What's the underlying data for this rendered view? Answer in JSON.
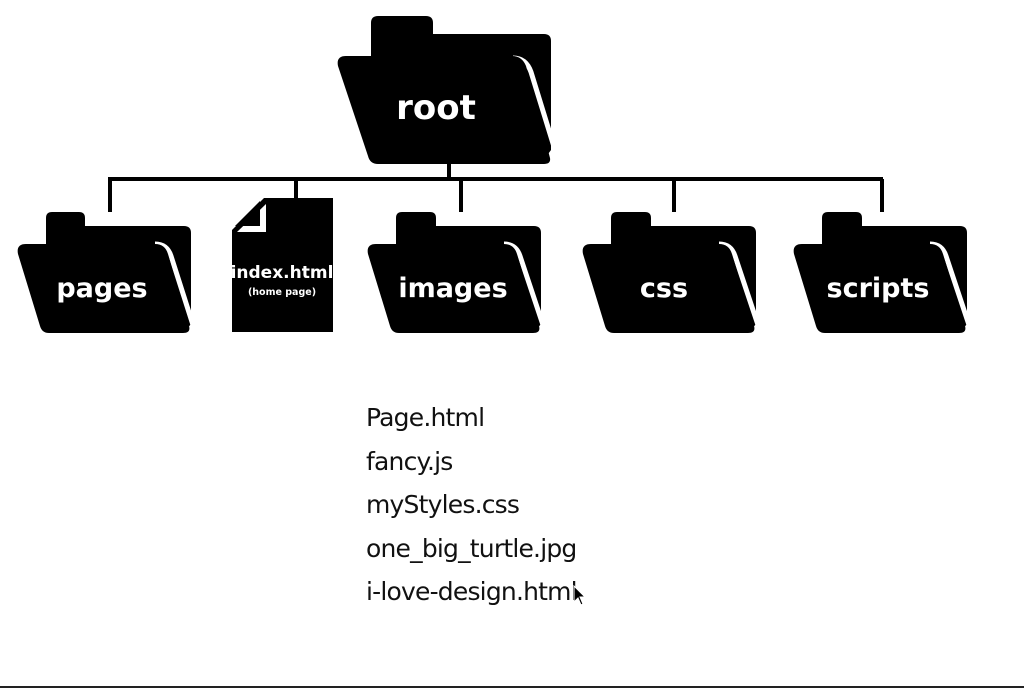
{
  "diagram": {
    "root": {
      "label": "root"
    },
    "children": [
      {
        "type": "folder",
        "label": "pages"
      },
      {
        "type": "file",
        "label": "index.html",
        "sublabel": "(home page)"
      },
      {
        "type": "folder",
        "label": "images"
      },
      {
        "type": "folder",
        "label": "css"
      },
      {
        "type": "folder",
        "label": "scripts"
      }
    ]
  },
  "files": [
    "Page.html",
    "fancy.js",
    "myStyles.css",
    "one_big_turtle.jpg",
    "i-love-design.html"
  ],
  "colors": {
    "ink": "#000000",
    "label": "#ffffff",
    "background": "#ffffff"
  },
  "icons": [
    "folder-icon",
    "file-icon",
    "cursor-icon"
  ]
}
